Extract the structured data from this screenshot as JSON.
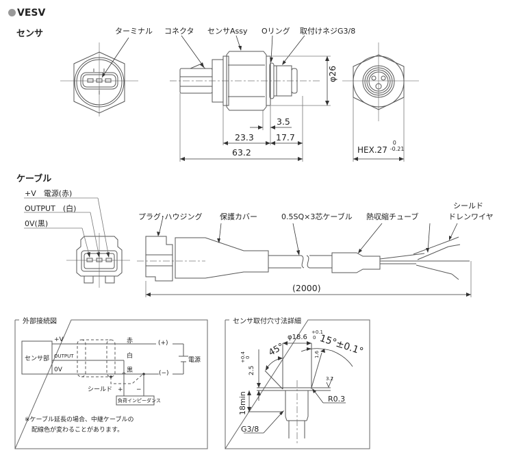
{
  "header": {
    "bullet_icon": "gray-circle-icon",
    "model": "VESV",
    "bullet_color": "#999999"
  },
  "sensor": {
    "heading": "センサ",
    "labels": {
      "terminal": "ターミナル",
      "connector": "コネクタ",
      "sensor_assy": "センサAssy",
      "o_ring": "Oリング",
      "mount_thread": "取付けネジG3/8"
    },
    "dims": {
      "d1": "3.5",
      "d2": "23.3",
      "d3": "17.7",
      "d4": "63.2",
      "dia": "φ26",
      "hex": "HEX.27",
      "hex_tol_upper": "0",
      "hex_tol_lower": "-0.21"
    }
  },
  "cable": {
    "heading": "ケーブル",
    "wires": {
      "plus_v": "+V　電源(赤)",
      "output": "OUTPUT　(白)",
      "zero_v": "0V(黒)"
    },
    "labels": {
      "plug_housing": "プラグ･ハウジング",
      "cover": "保護カバー",
      "cable_spec": "0.5SQ×3芯ケーブル",
      "heat_shrink": "熱収縮チューブ",
      "shield_line1": "シールド",
      "shield_line2": "ドレンワイヤ"
    },
    "length": "(2000)"
  },
  "wiring": {
    "title": "外部接続図",
    "sensor_unit": "センサ部",
    "terms": {
      "plus_v": "+V",
      "output": "OUTPUT",
      "zero_v": "0V"
    },
    "colors": {
      "red": "赤",
      "white": "白",
      "black": "黒"
    },
    "supply_plus": "(+)",
    "supply_minus": "(−)",
    "supply": "電源",
    "shield": "シールド",
    "load_plus": "+",
    "load_minus": "−",
    "load": "負荷インピーダンス",
    "note_line1": "※ケーブル延長の場合、中継ケーブルの",
    "note_line2": "配線色が変わることがあります。"
  },
  "mount": {
    "title": "センサ取付穴寸法詳細",
    "dia": "φ18.6",
    "dia_tol_upper": "+0.1",
    "dia_tol_lower": "0",
    "angle_top": "15°±0.1°",
    "angle_45": "45°",
    "depth": "2.5",
    "depth_tol_upper": "+0.4",
    "depth_tol_lower": "0",
    "min_depth": "18min",
    "radius": "R0.3",
    "thread": "G3/8",
    "rough1": "1.6",
    "rough2": "3.2"
  }
}
